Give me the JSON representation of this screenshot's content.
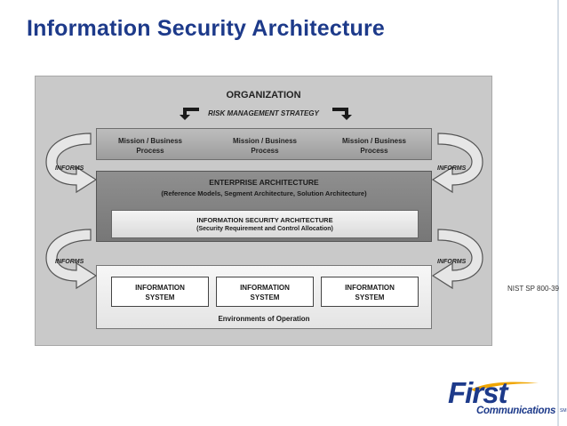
{
  "slide": {
    "title": "Information Security Architecture",
    "citation": "NIST SP 800-39",
    "accent_color": "#1d3a8a",
    "swoosh_color": "#f0a500"
  },
  "diagram": {
    "organization": "ORGANIZATION",
    "risk_strategy": "RISK MANAGEMENT STRATEGY",
    "tier1": {
      "items": [
        "Mission / Business\nProcess",
        "Mission / Business\nProcess",
        "Mission / Business\nProcess"
      ]
    },
    "tier2": {
      "title": "ENTERPRISE ARCHITECTURE",
      "subtitle": "(Reference Models, Segment Architecture, Solution Architecture)",
      "isa_title": "INFORMATION SECURITY ARCHITECTURE",
      "isa_subtitle": "(Security Requirement and Control Allocation)"
    },
    "tier3": {
      "systems": [
        "INFORMATION\nSYSTEM",
        "INFORMATION\nSYSTEM",
        "INFORMATION\nSYSTEM"
      ],
      "environment": "Environments of Operation"
    },
    "informs_labels": [
      "INFORMS",
      "INFORMS",
      "INFORMS",
      "INFORMS"
    ]
  },
  "logo": {
    "wordmark": "First",
    "tagline": "Communications",
    "mark": "SM"
  }
}
